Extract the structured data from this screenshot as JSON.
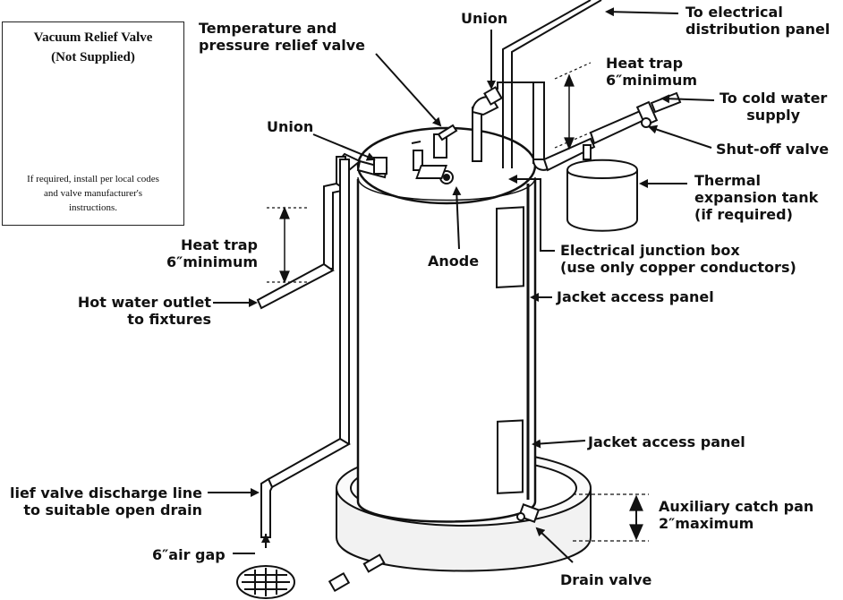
{
  "inset": {
    "title_line1": "Vacuum Relief Valve",
    "title_line2": "(Not Supplied)",
    "note_line1": "If required, install per local codes",
    "note_line2": "and valve manufacturer's",
    "note_line3": "instructions."
  },
  "labels": {
    "tp_valve_line1": "Temperature and",
    "tp_valve_line2": "pressure relief valve",
    "union_top": "Union",
    "union_left": "Union",
    "to_panel_line1": "To electrical",
    "to_panel_line2": "distribution panel",
    "heat_trap_right_line1": "Heat trap",
    "heat_trap_right_line2": "6″minimum",
    "cold_water_line1": "To cold water",
    "cold_water_line2": "supply",
    "shutoff": "Shut-off valve",
    "expansion_line1": "Thermal",
    "expansion_line2": "expansion tank",
    "expansion_line3": "(if required)",
    "heat_trap_left_line1": "Heat trap",
    "heat_trap_left_line2": "6″minimum",
    "anode": "Anode",
    "junction_line1": "Electrical junction box",
    "junction_line2": "(use only copper conductors)",
    "hot_outlet_line1": "Hot water outlet",
    "hot_outlet_line2": "to fixtures",
    "jacket_upper": "Jacket access panel",
    "jacket_lower": "Jacket access panel",
    "discharge_line1": "lief valve discharge line",
    "discharge_line2": "to suitable open drain",
    "catch_pan_line1": "Auxiliary catch pan",
    "catch_pan_line2": "2″maximum",
    "air_gap": "6″air gap",
    "drain_valve": "Drain valve"
  }
}
